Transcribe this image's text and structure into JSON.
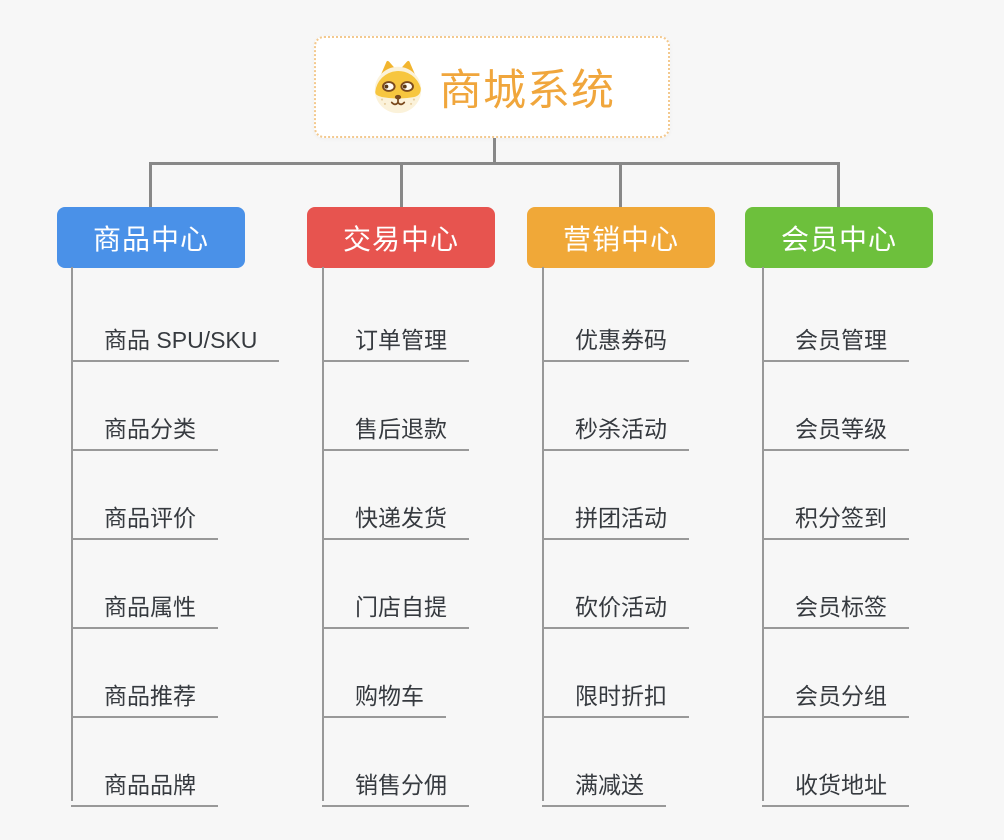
{
  "root": {
    "title": "商城系统",
    "icon": "dog-face-icon",
    "accent_color": "#F0A63C",
    "border_color": "#F3C98F"
  },
  "branches": [
    {
      "id": "product-center",
      "label": "商品中心",
      "color": "#4A91E8",
      "items": [
        "商品 SPU/SKU",
        "商品分类",
        "商品评价",
        "商品属性",
        "商品推荐",
        "商品品牌"
      ]
    },
    {
      "id": "trade-center",
      "label": "交易中心",
      "color": "#E7544F",
      "items": [
        "订单管理",
        "售后退款",
        "快递发货",
        "门店自提",
        "购物车",
        "销售分佣"
      ]
    },
    {
      "id": "marketing-center",
      "label": "营销中心",
      "color": "#F0A838",
      "items": [
        "优惠券码",
        "秒杀活动",
        "拼团活动",
        "砍价活动",
        "限时折扣",
        "满减送"
      ]
    },
    {
      "id": "member-center",
      "label": "会员中心",
      "color": "#6DC03C",
      "items": [
        "会员管理",
        "会员等级",
        "积分签到",
        "会员标签",
        "会员分组",
        "收货地址"
      ]
    }
  ],
  "colors": {
    "background": "#F7F7F7",
    "connector": "#888888",
    "underline": "#999999",
    "item_text": "#363A3F"
  }
}
